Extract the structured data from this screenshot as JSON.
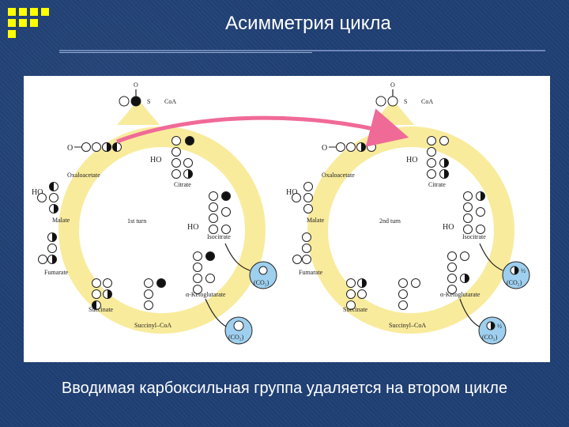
{
  "slide": {
    "title": "Асимметрия цикла",
    "caption": "Вводимая карбоксильная группа удаляется на втором цикле"
  },
  "colors": {
    "background": "#1f3f74",
    "title_text": "#ffffff",
    "accent_squares": "#ffff00",
    "cycle_arrow": "#f9eb9c",
    "transfer_arrow": "#f06a98",
    "co2_fill": "#9ecfee"
  },
  "diagram": {
    "turns": [
      {
        "turn_label": "1st turn",
        "acetyl_o": "O",
        "acetyl_s": "S",
        "acetyl_coa": "CoA",
        "acetyl_coa_label": "O  —  S — CoA",
        "enzymes": {
          "citrate": "Citrate",
          "isocitrate": "Isocitrate",
          "ketoglutarate": "α-Ketoglutarate",
          "succinyl_coa": "Succinyl–CoA",
          "succinate": "Succinate",
          "fumarate": "Fumarate",
          "malate": "Malate",
          "oxaloacetate": "Oxaloacetate"
        },
        "co2_label_1": "(CO₂)",
        "co2_label_2": "(CO₂)",
        "ho_labels": [
          "HO",
          "HO",
          "HO"
        ],
        "o_label": "O"
      },
      {
        "turn_label": "2nd turn",
        "acetyl_o": "O",
        "acetyl_s": "S",
        "acetyl_coa": "CoA",
        "enzymes": {
          "citrate": "Citrate",
          "isocitrate": "Isocitrate",
          "ketoglutarate": "α-Ketoglutarate",
          "succinyl_coa": "Succinyl–CoA",
          "succinate": "Succinate",
          "fumarate": "Fumarate",
          "malate": "Malate",
          "oxaloacetate": "Oxaloacetate"
        },
        "co2_label_1": "(CO₂)",
        "co2_label_2": "(CO₂)",
        "co2_fraction": "½",
        "ho_labels": [
          "HO",
          "HO",
          "HO"
        ],
        "o_label": "O"
      }
    ]
  }
}
